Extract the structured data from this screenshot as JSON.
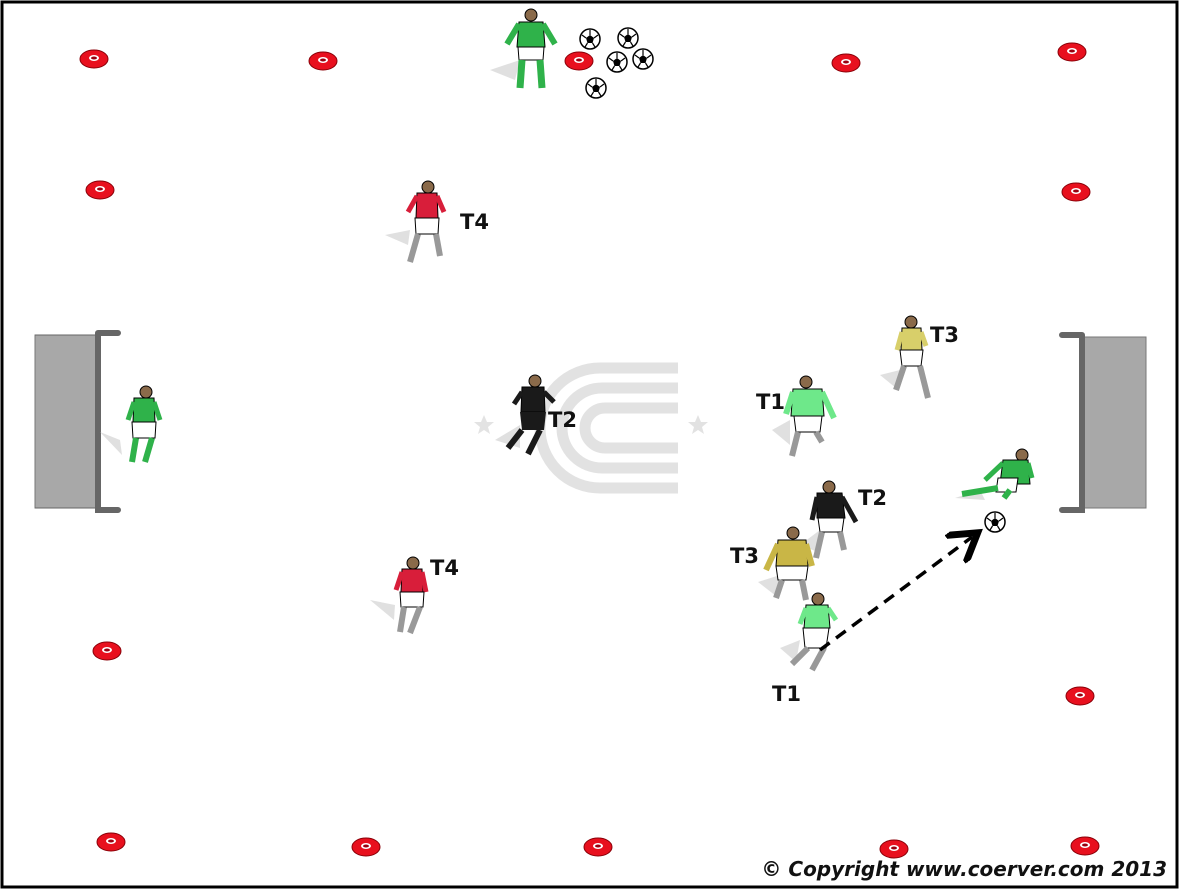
{
  "player_labels": {
    "t4_top": "T4",
    "t4_bottom": "T4",
    "t2_center": "T2",
    "t2_right": "T2",
    "t1_mid": "T1",
    "t1_bottom": "T1",
    "t3_top": "T3",
    "t3_mid": "T3"
  },
  "copyright": "© Copyright www.coerver.com 2013",
  "colors": {
    "cone": "#e8101e",
    "green_kit": "#2fb24a",
    "red_kit": "#d81e3a",
    "yellow_kit": "#c9b646",
    "black_kit": "#1a1a1a",
    "goal_net": "#a8a8a8",
    "border": "#000000"
  },
  "icons": [
    "cone-icon",
    "ball-icon",
    "goal-icon",
    "player-icon",
    "arrow-icon",
    "coerver-logo-icon"
  ]
}
